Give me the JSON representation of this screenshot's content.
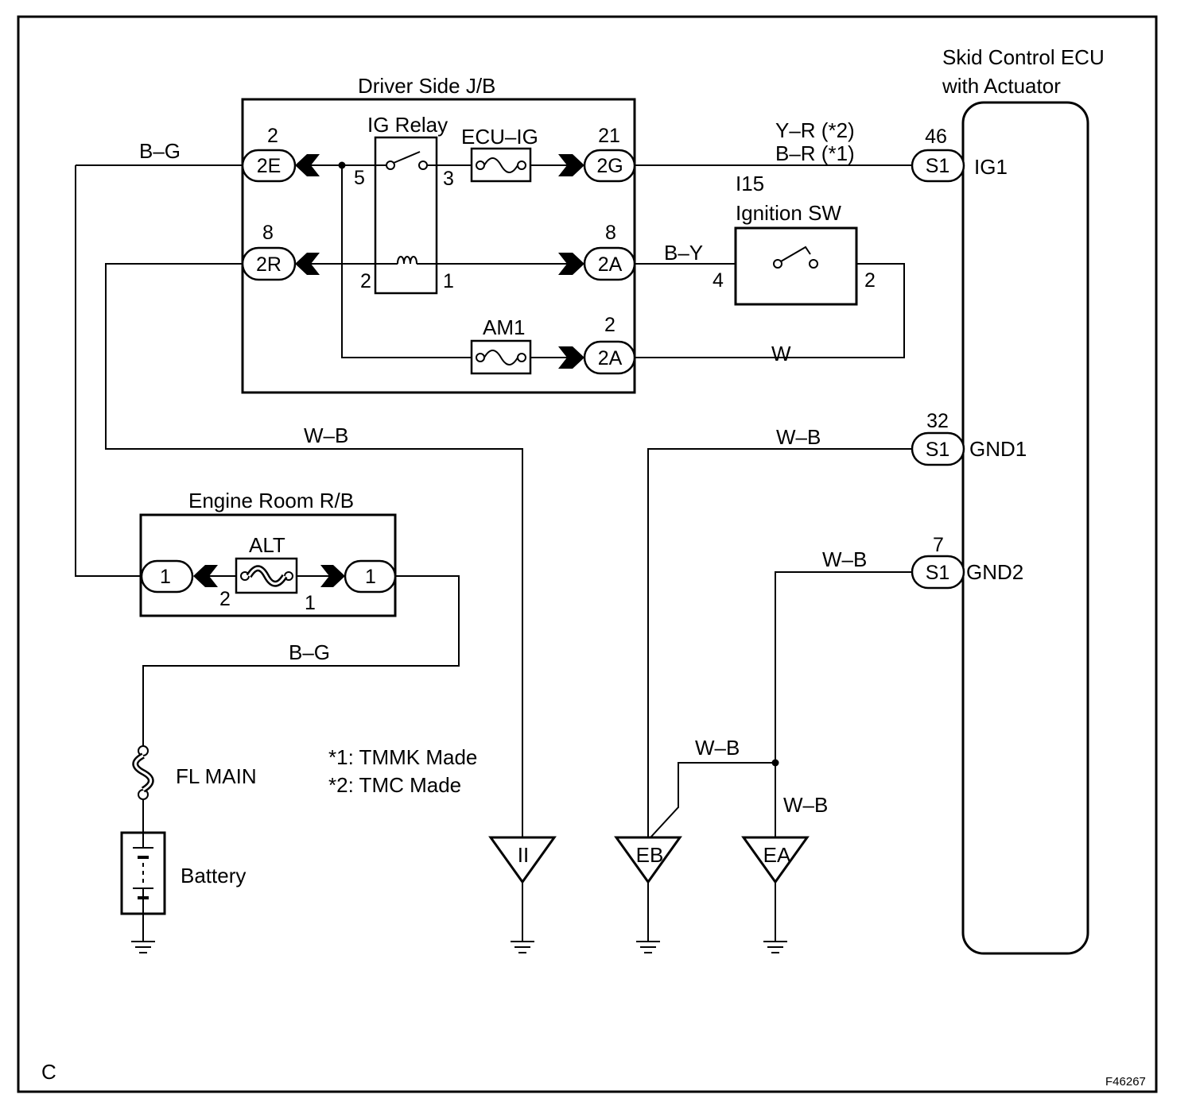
{
  "ecu": {
    "title_line1": "Skid Control ECU",
    "title_line2": "with Actuator",
    "ig1": {
      "pin": "46",
      "connector": "S1",
      "name": "IG1"
    },
    "gnd1": {
      "pin": "32",
      "connector": "S1",
      "name": "GND1"
    },
    "gnd2": {
      "pin": "7",
      "connector": "S1",
      "name": "GND2"
    }
  },
  "driver_jb": {
    "title": "Driver Side J/B",
    "relay": {
      "name": "IG Relay",
      "pin5": "5",
      "pin3": "3",
      "pin2": "2",
      "pin1": "1"
    },
    "fuse_ecu_ig": "ECU–IG",
    "fuse_am1": "AM1",
    "c2e": {
      "pin": "2",
      "id": "2E"
    },
    "c2g": {
      "pin": "21",
      "id": "2G"
    },
    "c2r": {
      "pin": "8",
      "id": "2R"
    },
    "c2a_top": {
      "pin": "8",
      "id": "2A"
    },
    "c2a_bottom": {
      "pin": "2",
      "id": "2A"
    }
  },
  "ignition_switch": {
    "code": "I15",
    "name": "Ignition SW",
    "pin_left": "4",
    "pin_right": "2"
  },
  "engine_room_rb": {
    "title": "Engine Room R/B",
    "fuse": "ALT",
    "connector_left": "1",
    "connector_right": "1",
    "pin_left": "2",
    "pin_right": "1"
  },
  "fusible_link": "FL MAIN",
  "battery": "Battery",
  "grounds": {
    "ii": "II",
    "eb": "EB",
    "ea": "EA"
  },
  "wires": {
    "bg_top": "B–G",
    "yr": "Y–R (*2)",
    "br": "B–R (*1)",
    "by": "B–Y",
    "w": "W",
    "wb_jb": "W–B",
    "wb_gnd1": "W–B",
    "wb_gnd2": "W–B",
    "wb_splice": "W–B",
    "wb_ea": "W–B",
    "bg_bottom": "B–G"
  },
  "notes": {
    "note1": "*1: TMMK Made",
    "note2": "*2: TMC Made"
  },
  "corner_mark": "C",
  "figure_code": "F46267"
}
